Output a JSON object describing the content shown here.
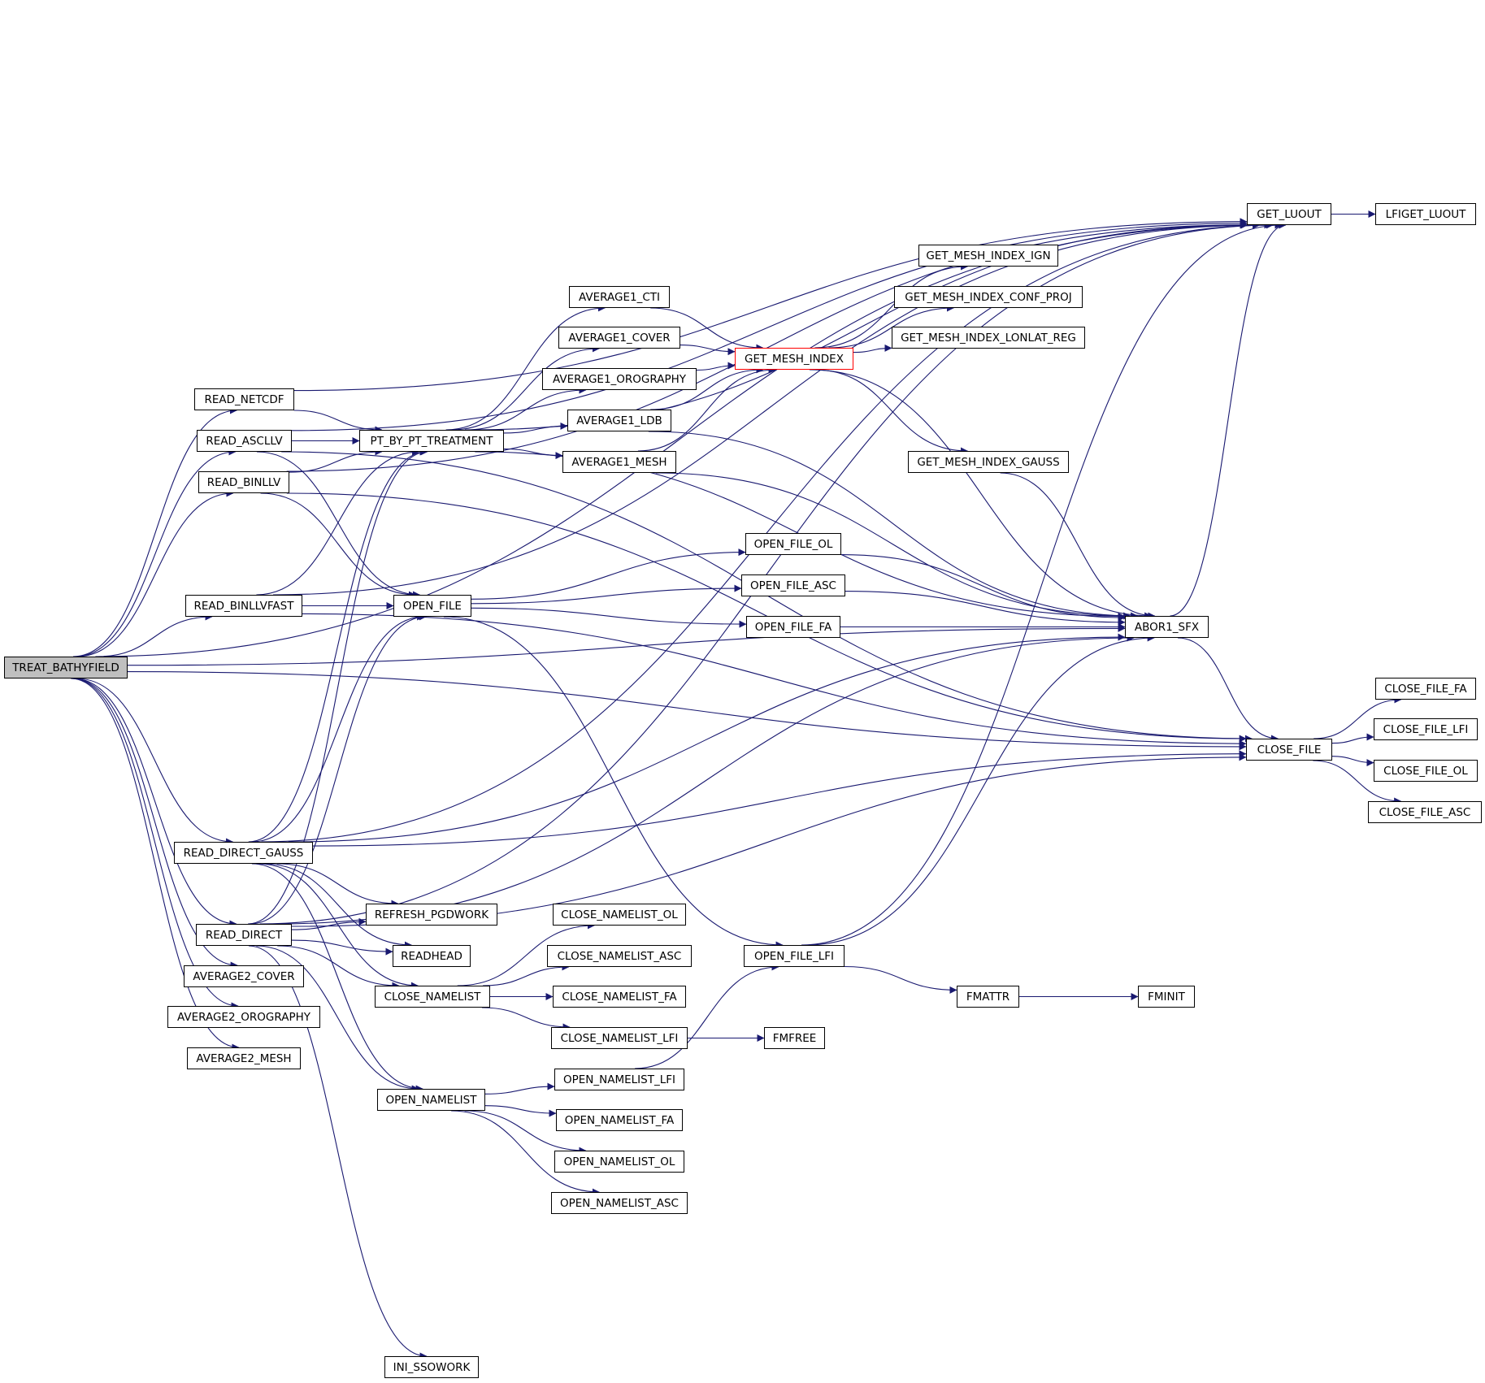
{
  "diagram": {
    "type": "call-graph",
    "edge_color": "#191970",
    "node_fill": "#ffffff",
    "root_fill": "#bfbfbf",
    "highlight_border": "#ff0000",
    "nodes": {
      "treat_bathyfield": "TREAT_BATHYFIELD",
      "read_netcdf": "READ_NETCDF",
      "read_ascllv": "READ_ASCLLV",
      "read_binllv": "READ_BINLLV",
      "read_binllvfast": "READ_BINLLVFAST",
      "read_direct_gauss": "READ_DIRECT_GAUSS",
      "read_direct": "READ_DIRECT",
      "average2_cover": "AVERAGE2_COVER",
      "average2_orography": "AVERAGE2_OROGRAPHY",
      "average2_mesh": "AVERAGE2_MESH",
      "pt_by_pt_treatment": "PT_BY_PT_TREATMENT",
      "open_file": "OPEN_FILE",
      "refresh_pgdwork": "REFRESH_PGDWORK",
      "readhead": "READHEAD",
      "close_namelist": "CLOSE_NAMELIST",
      "open_namelist": "OPEN_NAMELIST",
      "ini_ssowork": "INI_SSOWORK",
      "average1_cti": "AVERAGE1_CTI",
      "average1_cover": "AVERAGE1_COVER",
      "average1_orography": "AVERAGE1_OROGRAPHY",
      "average1_ldb": "AVERAGE1_LDB",
      "average1_mesh": "AVERAGE1_MESH",
      "open_file_ol": "OPEN_FILE_OL",
      "open_file_asc": "OPEN_FILE_ASC",
      "open_file_fa": "OPEN_FILE_FA",
      "close_namelist_ol": "CLOSE_NAMELIST_OL",
      "close_namelist_asc": "CLOSE_NAMELIST_ASC",
      "close_namelist_fa": "CLOSE_NAMELIST_FA",
      "close_namelist_lfi": "CLOSE_NAMELIST_LFI",
      "open_namelist_lfi": "OPEN_NAMELIST_LFI",
      "open_namelist_fa": "OPEN_NAMELIST_FA",
      "open_namelist_ol": "OPEN_NAMELIST_OL",
      "open_namelist_asc": "OPEN_NAMELIST_ASC",
      "get_mesh_index": "GET_MESH_INDEX",
      "open_file_lfi": "OPEN_FILE_LFI",
      "fmfree": "FMFREE",
      "get_mesh_index_ign": "GET_MESH_INDEX_IGN",
      "get_mesh_index_conf_proj": "GET_MESH_INDEX_CONF_PROJ",
      "get_mesh_index_lonlat_reg": "GET_MESH_INDEX_LONLAT_REG",
      "get_mesh_index_gauss": "GET_MESH_INDEX_GAUSS",
      "fmattr": "FMATTR",
      "abor1_sfx": "ABOR1_SFX",
      "fminit": "FMINIT",
      "get_luout": "GET_LUOUT",
      "close_file": "CLOSE_FILE",
      "lfiget_luout": "LFIGET_LUOUT",
      "close_file_fa": "CLOSE_FILE_FA",
      "close_file_lfi": "CLOSE_FILE_LFI",
      "close_file_ol": "CLOSE_FILE_OL",
      "close_file_asc": "CLOSE_FILE_ASC"
    },
    "edges": [
      [
        "treat_bathyfield",
        "read_netcdf"
      ],
      [
        "treat_bathyfield",
        "read_ascllv"
      ],
      [
        "treat_bathyfield",
        "read_binllv"
      ],
      [
        "treat_bathyfield",
        "read_binllvfast"
      ],
      [
        "treat_bathyfield",
        "read_direct_gauss"
      ],
      [
        "treat_bathyfield",
        "read_direct"
      ],
      [
        "treat_bathyfield",
        "average2_cover"
      ],
      [
        "treat_bathyfield",
        "average2_orography"
      ],
      [
        "treat_bathyfield",
        "average2_mesh"
      ],
      [
        "treat_bathyfield",
        "abor1_sfx"
      ],
      [
        "treat_bathyfield",
        "get_luout"
      ],
      [
        "treat_bathyfield",
        "close_file"
      ],
      [
        "read_netcdf",
        "pt_by_pt_treatment"
      ],
      [
        "read_netcdf",
        "get_luout"
      ],
      [
        "read_ascllv",
        "pt_by_pt_treatment"
      ],
      [
        "read_ascllv",
        "open_file"
      ],
      [
        "read_ascllv",
        "get_luout"
      ],
      [
        "read_ascllv",
        "close_file"
      ],
      [
        "read_binllv",
        "pt_by_pt_treatment"
      ],
      [
        "read_binllv",
        "open_file"
      ],
      [
        "read_binllv",
        "get_luout"
      ],
      [
        "read_binllv",
        "close_file"
      ],
      [
        "read_binllvfast",
        "pt_by_pt_treatment"
      ],
      [
        "read_binllvfast",
        "open_file"
      ],
      [
        "read_binllvfast",
        "get_luout"
      ],
      [
        "read_binllvfast",
        "close_file"
      ],
      [
        "read_direct_gauss",
        "pt_by_pt_treatment"
      ],
      [
        "read_direct_gauss",
        "open_file"
      ],
      [
        "read_direct_gauss",
        "refresh_pgdwork"
      ],
      [
        "read_direct_gauss",
        "readhead"
      ],
      [
        "read_direct_gauss",
        "close_namelist"
      ],
      [
        "read_direct_gauss",
        "open_namelist"
      ],
      [
        "read_direct_gauss",
        "abor1_sfx"
      ],
      [
        "read_direct_gauss",
        "get_luout"
      ],
      [
        "read_direct_gauss",
        "close_file"
      ],
      [
        "read_direct",
        "pt_by_pt_treatment"
      ],
      [
        "read_direct",
        "open_file"
      ],
      [
        "read_direct",
        "refresh_pgdwork"
      ],
      [
        "read_direct",
        "readhead"
      ],
      [
        "read_direct",
        "close_namelist"
      ],
      [
        "read_direct",
        "open_namelist"
      ],
      [
        "read_direct",
        "ini_ssowork"
      ],
      [
        "read_direct",
        "abor1_sfx"
      ],
      [
        "read_direct",
        "get_luout"
      ],
      [
        "read_direct",
        "close_file"
      ],
      [
        "pt_by_pt_treatment",
        "average1_cti"
      ],
      [
        "pt_by_pt_treatment",
        "average1_cover"
      ],
      [
        "pt_by_pt_treatment",
        "average1_orography"
      ],
      [
        "pt_by_pt_treatment",
        "average1_ldb"
      ],
      [
        "pt_by_pt_treatment",
        "average1_mesh"
      ],
      [
        "pt_by_pt_treatment",
        "abor1_sfx"
      ],
      [
        "pt_by_pt_treatment",
        "get_luout"
      ],
      [
        "open_file",
        "open_file_ol"
      ],
      [
        "open_file",
        "open_file_asc"
      ],
      [
        "open_file",
        "open_file_fa"
      ],
      [
        "open_file",
        "open_file_lfi"
      ],
      [
        "close_namelist",
        "close_namelist_ol"
      ],
      [
        "close_namelist",
        "close_namelist_asc"
      ],
      [
        "close_namelist",
        "close_namelist_fa"
      ],
      [
        "close_namelist",
        "close_namelist_lfi"
      ],
      [
        "open_namelist",
        "open_namelist_lfi"
      ],
      [
        "open_namelist",
        "open_namelist_fa"
      ],
      [
        "open_namelist",
        "open_namelist_ol"
      ],
      [
        "open_namelist",
        "open_namelist_asc"
      ],
      [
        "average1_cti",
        "get_mesh_index"
      ],
      [
        "average1_cover",
        "get_mesh_index"
      ],
      [
        "average1_orography",
        "get_mesh_index"
      ],
      [
        "average1_ldb",
        "get_mesh_index"
      ],
      [
        "average1_ldb",
        "abor1_sfx"
      ],
      [
        "average1_mesh",
        "get_mesh_index"
      ],
      [
        "average1_mesh",
        "abor1_sfx"
      ],
      [
        "open_file_ol",
        "abor1_sfx"
      ],
      [
        "open_file_asc",
        "abor1_sfx"
      ],
      [
        "open_file_fa",
        "abor1_sfx"
      ],
      [
        "close_namelist_lfi",
        "fmfree"
      ],
      [
        "open_namelist_lfi",
        "open_file_lfi"
      ],
      [
        "get_mesh_index",
        "get_mesh_index_ign"
      ],
      [
        "get_mesh_index",
        "get_mesh_index_conf_proj"
      ],
      [
        "get_mesh_index",
        "get_mesh_index_lonlat_reg"
      ],
      [
        "get_mesh_index",
        "get_mesh_index_gauss"
      ],
      [
        "get_mesh_index",
        "abor1_sfx"
      ],
      [
        "open_file_lfi",
        "fmattr"
      ],
      [
        "open_file_lfi",
        "abor1_sfx"
      ],
      [
        "open_file_lfi",
        "get_luout"
      ],
      [
        "get_mesh_index_gauss",
        "abor1_sfx"
      ],
      [
        "fmattr",
        "fminit"
      ],
      [
        "abor1_sfx",
        "get_luout"
      ],
      [
        "abor1_sfx",
        "close_file"
      ],
      [
        "get_luout",
        "lfiget_luout"
      ],
      [
        "close_file",
        "close_file_fa"
      ],
      [
        "close_file",
        "close_file_lfi"
      ],
      [
        "close_file",
        "close_file_ol"
      ],
      [
        "close_file",
        "close_file_asc"
      ]
    ]
  }
}
